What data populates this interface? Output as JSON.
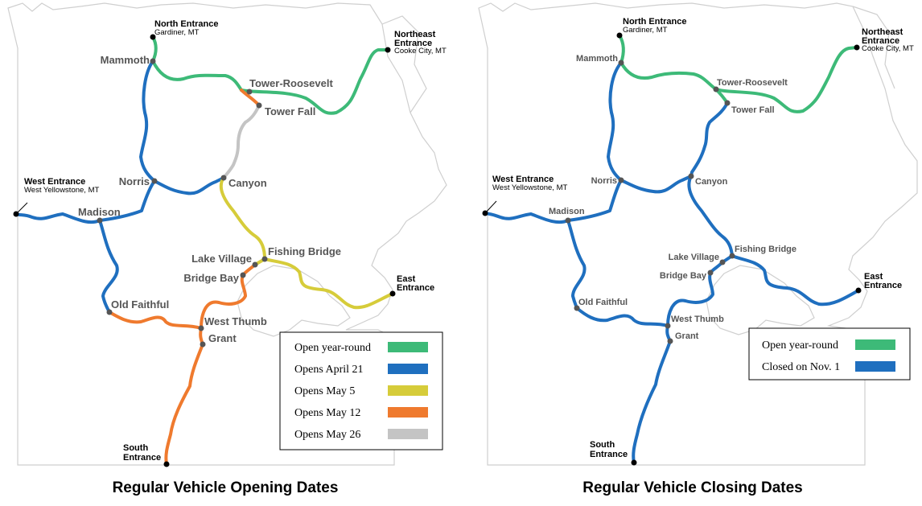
{
  "colors": {
    "year_round": "#3dba78",
    "april_21": "#1f6fbf",
    "may_5": "#d6cc3a",
    "may_12": "#ef7a2e",
    "may_26": "#c4c4c4"
  },
  "locations": {
    "mammoth": "Mammoth",
    "tower_roosevelt": "Tower-Roosevelt",
    "tower_fall": "Tower Fall",
    "norris": "Norris",
    "canyon": "Canyon",
    "madison": "Madison",
    "fishing_bridge": "Fishing Bridge",
    "lake_village": "Lake Village",
    "bridge_bay": "Bridge Bay",
    "old_faithful": "Old Faithful",
    "west_thumb": "West Thumb",
    "grant": "Grant"
  },
  "entrances": {
    "north": {
      "name": "North Entrance",
      "town": "Gardiner, MT"
    },
    "northeast": {
      "line1": "Northeast",
      "line2": "Entrance",
      "town": "Cooke City, MT"
    },
    "west": {
      "name": "West Entrance",
      "town": "West Yellowstone, MT"
    },
    "east": {
      "line1": "East",
      "line2": "Entrance"
    },
    "south": {
      "line1": "South",
      "line2": "Entrance"
    }
  },
  "opening_map": {
    "title": "Regular Vehicle Opening Dates",
    "legend": [
      {
        "label": "Open year-round",
        "color": "#3dba78"
      },
      {
        "label": "Opens April 21",
        "color": "#1f6fbf"
      },
      {
        "label": "Opens May 5",
        "color": "#d6cc3a"
      },
      {
        "label": "Opens May 12",
        "color": "#ef7a2e"
      },
      {
        "label": "Opens May 26",
        "color": "#c4c4c4"
      }
    ]
  },
  "closing_map": {
    "title": "Regular Vehicle Closing Dates",
    "legend": [
      {
        "label": "Open year-round",
        "color": "#3dba78"
      },
      {
        "label": "Closed on Nov. 1",
        "color": "#1f6fbf"
      }
    ]
  }
}
